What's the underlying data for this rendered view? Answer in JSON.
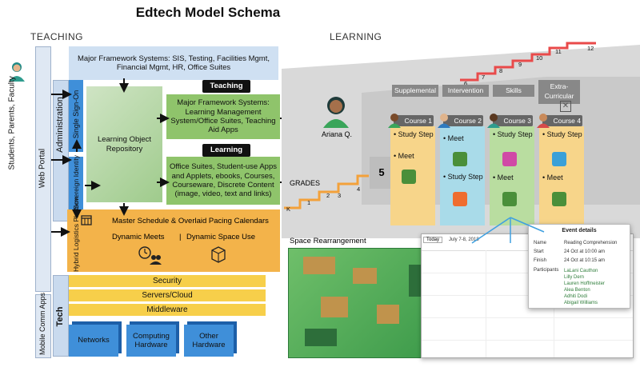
{
  "title": "Edtech Model Schema",
  "sections": {
    "teaching": "TEACHING",
    "learning": "LEARNING"
  },
  "side_labels": {
    "users": "Students, Parents, Faculty",
    "web_portal": "Web Portal",
    "mobile": "Mobile Comm Apps",
    "administration": "Administration",
    "sso": "Single Sign-On",
    "sovereign": "Sovereign Identity",
    "hybrid": "Hybrid Logistics Platform",
    "tech": "Tech"
  },
  "teaching": {
    "top_box": "Major Framework Systems: SIS, Testing, Facilities Mgmt, Financial Mgmt, HR, Office Suites",
    "lor": "Learning Object Repository",
    "teaching_tag": "Teaching",
    "teaching_box": "Major Framework Systems: Learning Management System/Office Suites, Teaching Aid Apps",
    "learning_tag": "Learning",
    "learning_box": "Office Suites, Student-use Apps and Applets, ebooks, Courses, Courseware, Discrete Content (image, video, text and links)",
    "schedule": "Master Schedule & Overlaid Pacing Calendars",
    "dynamic_meets": "Dynamic Meets",
    "separator": "|",
    "dynamic_space": "Dynamic Space Use"
  },
  "tech": {
    "security": "Security",
    "servers": "Servers/Cloud",
    "middleware": "Middleware",
    "networks": "Networks",
    "computing": "Computing Hardware",
    "other": "Other Hardware"
  },
  "learning": {
    "student_name": "Ariana Q.",
    "grades_label": "GRADES",
    "current_grade": "5",
    "grades": [
      "K",
      "1",
      "2",
      "3",
      "4",
      "5",
      "6",
      "7",
      "8",
      "9",
      "10",
      "11",
      "12"
    ],
    "columns": [
      "Supplemental",
      "Intervention",
      "Skills",
      "Extra-Curricular"
    ],
    "courses": [
      "Course 1",
      "Course 2",
      "Course 3",
      "Course 4"
    ],
    "step_study": "• Study Step",
    "step_meet": "• Meet",
    "space_rearrangement": "Space Rearrangement"
  },
  "calendar": {
    "today": "Today",
    "date": "July 7-8, 2018",
    "event_details": "Event details",
    "rows": [
      {
        "label": "Name",
        "value": "Reading Comprehension"
      },
      {
        "label": "Start",
        "value": "24 Oct at 10:00 am"
      },
      {
        "label": "Finish",
        "value": "24 Oct at 10:15 am"
      }
    ],
    "participants_label": "Participants",
    "participants": [
      "LaLani Cauthon",
      "Lilly Dern",
      "Lauren Hoffmeister",
      "Alea Benton",
      "Adhiti Dodi",
      "Abigail Williams"
    ]
  },
  "colors": {
    "light_blue": "#cfe0f2",
    "green": "#8fc46b",
    "orange": "#f3b34a",
    "yellow": "#f7cf4a",
    "blue": "#3f8fd9"
  }
}
